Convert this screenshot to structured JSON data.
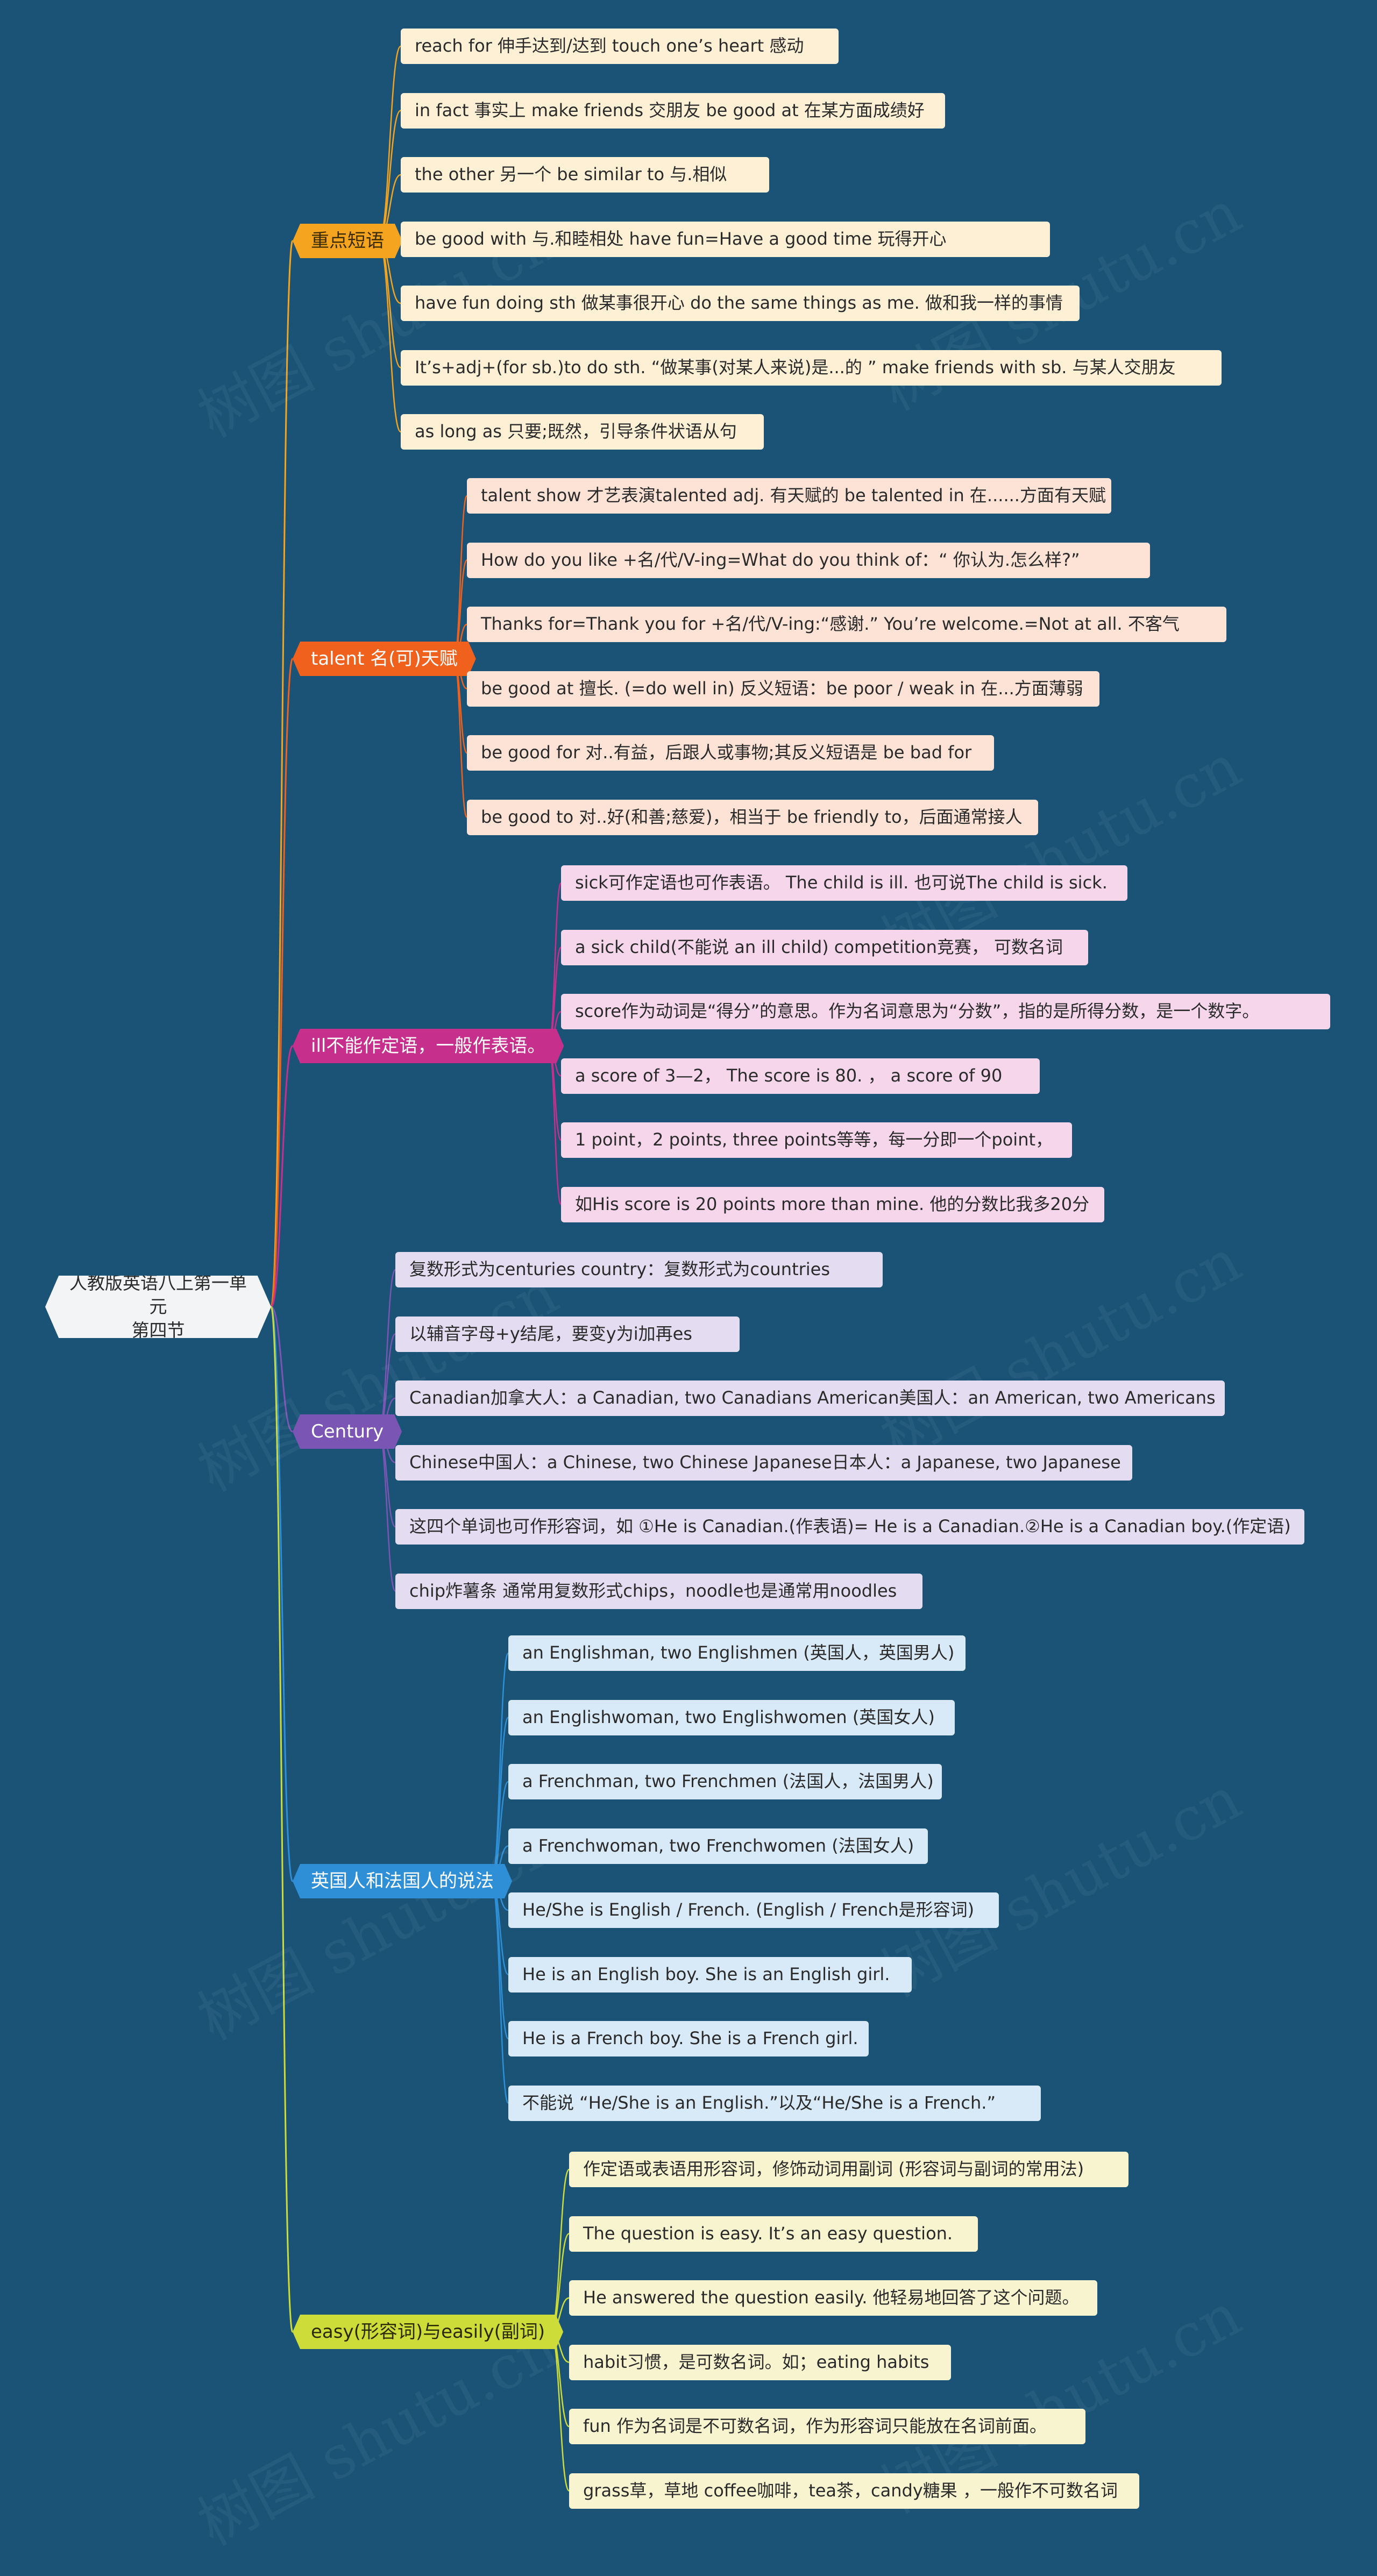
{
  "root": {
    "line1": "人教版英语八上第一单元",
    "line2": "第四节"
  },
  "branches": [
    {
      "label": "重点短语",
      "color": "#f4a41f",
      "text_color": "#3a2a00",
      "leaf_color": "#fdf0d5",
      "items": [
        "reach for 伸手达到/达到  touch one’s heart 感动",
        "in fact 事实上  make friends 交朋友  be good at 在某方面成绩好",
        "  the other 另一个  be similar to 与.相似",
        "  be good with 与.和睦相处  have fun=Have a good time 玩得开心",
        "have fun doing sth 做某事很开心  do the same things as me. 做和我一样的事情",
        "It’s+adj+(for sb.)to do sth. “做某事(对某人来说)是...的 ”  make friends with sb. 与某人交朋友",
        " as long as 只要;既然，引导条件状语从句"
      ]
    },
    {
      "label": "talent 名(可)天赋",
      "color": "#f0611d",
      "text_color": "#ffffff",
      "leaf_color": "#fde3d5",
      "items": [
        "talent show 才艺表演talented adj. 有天赋的 be talented in 在......方面有天赋",
        "  How do you like +名/代/V-ing=What do you think of：“ 你认为.怎么样?”",
        "Thanks for=Thank you for +名/代/V-ing:“感谢.”  You’re welcome.=Not at all. 不客气",
        "be good at 擅长. (=do well in)  反义短语：be poor / weak in 在...方面薄弱",
        "be good for 对..有益，后跟人或事物;其反义短语是 be bad for",
        "be good to 对..好(和善;慈爱)，相当于 be friendly to，后面通常接人"
      ]
    },
    {
      "label": "ill不能作定语，一般作表语。",
      "color": "#c6308c",
      "text_color": "#ffffff",
      "leaf_color": "#f5d6ea",
      "items": [
        " sick可作定语也可作表语。 The child is ill. 也可说The child is sick.",
        " a sick child(不能说 an ill child)  competition竞赛， 可数名词",
        "score作为动词是“得分”的意思。作为名词意思为“分数”，指的是所得分数，是一个数字。",
        "  a score of 3—2， The score is 80. ，  a score of 90",
        "1 point，2 points, three points等等，每一分即一个point，",
        "如His score is 20 points more than mine. 他的分数比我多20分"
      ]
    },
    {
      "label": "Century",
      "color": "#7a55b4",
      "text_color": "#ffffff",
      "leaf_color": "#e4ddf2",
      "items": [
        "  复数形式为centuries  country：复数形式为countries",
        "  以辅音字母+y结尾，要变y为i加再es",
        "Canadian加拿大人：a Canadian, two Canadians American美国人：an American, two Americans",
        "Chinese中国人：a Chinese, two Chinese  Japanese日本人：a Japanese, two Japanese",
        "这四个单词也可作形容词，如 ①He is Canadian.(作表语)= He is a Canadian.②He is a Canadian boy.(作定语)",
        "chip炸薯条 通常用复数形式chips，noodle也是通常用noodles"
      ]
    },
    {
      "label": "英国人和法国人的说法",
      "color": "#2f8fd6",
      "text_color": "#ffffff",
      "leaf_color": "#d8e9f7",
      "items": [
        "an Englishman, two Englishmen (英国人，英国男人)",
        " an Englishwoman, two Englishwomen (英国女人)",
        "a Frenchman, two Frenchmen (法国人，法国男人)",
        "a Frenchwoman, two Frenchwomen (法国女人)",
        "  He/She is English / French. (English / French是形容词)",
        "  He is an English boy. She is an English girl.",
        "He is a French boy. She is a French girl.",
        "不能说 “He/She is an English.”以及“He/She is a French.”"
      ]
    },
    {
      "label": "easy(形容词)与easily(副词)",
      "color": "#cddc39",
      "text_color": "#2a2a00",
      "leaf_color": "#f7f4cf",
      "items": [
        "作定语或表语用形容词，修饰动词用副词 (形容词与副词的常用法)",
        " The question is easy. It’s an easy question.",
        "He answered the question easily. 他轻易地回答了这个问题。",
        "habit习惯，是可数名词。如；eating habits",
        " fun 作为名词是不可数名词，作为形容词只能放在名词前面。",
        "grass草，草地 coffee咖啡，tea茶，candy糖果 ，一般作不可数名词"
      ]
    }
  ]
}
